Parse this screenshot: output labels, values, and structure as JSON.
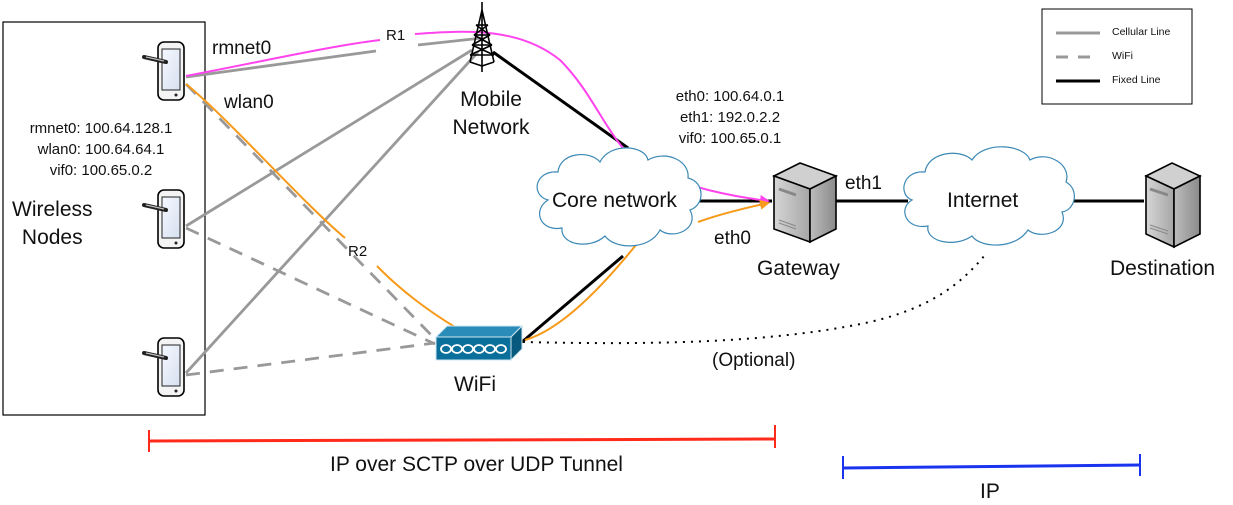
{
  "title": "Network architecture: Wireless nodes to destination via Mobile Network / WiFi, Core network, Gateway and Internet",
  "legend": {
    "items": [
      {
        "label": "Cellular Line",
        "style": "solid",
        "color": "#999999"
      },
      {
        "label": "WiFi",
        "style": "dashed",
        "color": "#999999"
      },
      {
        "label": "Fixed Line",
        "style": "solid",
        "color": "#000000"
      }
    ]
  },
  "nodes": {
    "wireless_nodes": {
      "label_line1": "Wireless",
      "label_line2": "Nodes",
      "addresses": [
        "rmnet0: 100.64.128.1",
        "wlan0: 100.64.64.1",
        "vif0: 100.65.0.2"
      ],
      "iface_rmnet0": "rmnet0",
      "iface_wlan0": "wlan0"
    },
    "mobile_network": {
      "label_line1": "Mobile",
      "label_line2": "Network"
    },
    "core_network": {
      "label": "Core network"
    },
    "gateway": {
      "label": "Gateway",
      "addresses": [
        "eth0: 100.64.0.1",
        "eth1: 192.0.2.2",
        "vif0: 100.65.0.1"
      ],
      "iface_eth0": "eth0",
      "iface_eth1": "eth1"
    },
    "internet": {
      "label": "Internet"
    },
    "destination": {
      "label": "Destination"
    },
    "wifi": {
      "label": "WiFi"
    }
  },
  "routes": {
    "r1": "R1",
    "r2": "R2"
  },
  "optional_link": "(Optional)",
  "spans": {
    "tunnel": {
      "label": "IP over SCTP over UDP Tunnel",
      "color": "#ff2a1a"
    },
    "ip": {
      "label": "IP",
      "color": "#1a33ee"
    }
  },
  "colors": {
    "route_r1": "#ff44ee",
    "route_r2": "#f79a1a",
    "cloud_stroke": "#3b88b5",
    "wifi_box": "#0a6f9a",
    "cellular": "#999999"
  }
}
